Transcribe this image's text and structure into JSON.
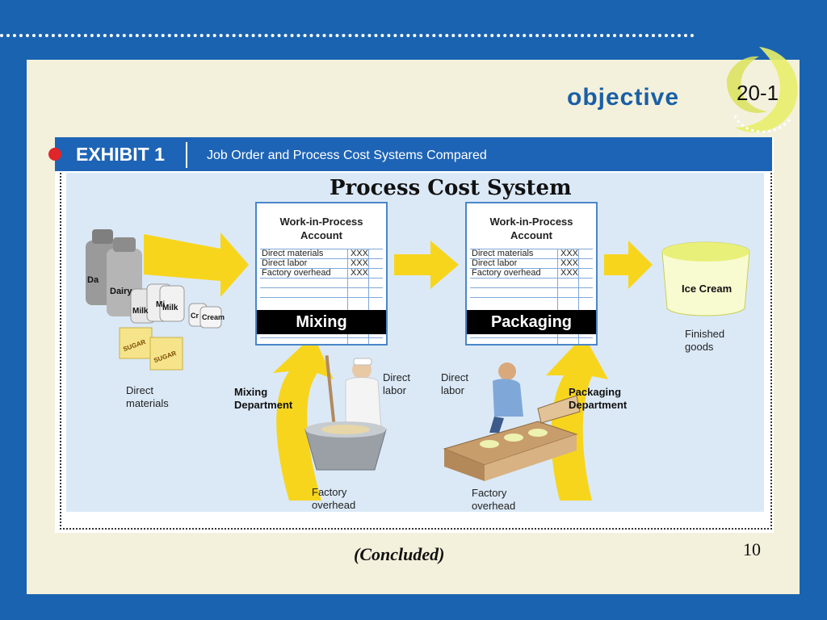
{
  "header": {
    "objective_label": "objective",
    "objective_number": "20-1"
  },
  "exhibit": {
    "label": "EXHIBIT 1",
    "title": "Job Order and Process Cost Systems Compared",
    "diagram_title": "Process Cost System"
  },
  "accounts": [
    {
      "heading": "Work-in-Process Account",
      "rows": [
        {
          "label": "Direct materials",
          "value": "XXX"
        },
        {
          "label": "Direct labor",
          "value": "XXX"
        },
        {
          "label": "Factory overhead",
          "value": "XXX"
        }
      ],
      "department_band": "Mixing"
    },
    {
      "heading": "Work-in-Process Account",
      "rows": [
        {
          "label": "Direct materials",
          "value": "XXX"
        },
        {
          "label": "Direct labor",
          "value": "XXX"
        },
        {
          "label": "Factory overhead",
          "value": "XXX"
        }
      ],
      "department_band": "Packaging"
    }
  ],
  "labels": {
    "direct_materials": "Direct materials",
    "mixing_department": "Mixing Department",
    "mixing_direct_labor": "Direct labor",
    "mixing_factory_overhead": "Factory overhead",
    "packaging_direct_labor": "Direct labor",
    "packaging_department": "Packaging Department",
    "packaging_factory_overhead": "Factory overhead",
    "finished_goods": "Finished goods",
    "ice_cream": "Ice Cream"
  },
  "product_labels": {
    "dairy_1": "Da",
    "dairy_2": "Dairy",
    "milk_1": "Milk",
    "milk_2": "Mi",
    "milk_3": "Milk",
    "cream_1": "Cr",
    "cream_2": "Cream",
    "sugar_1": "SUGAR",
    "sugar_2": "SUGAR"
  },
  "footer": {
    "concluded": "(Concluded)",
    "page_number": "10"
  },
  "colors": {
    "frame_blue": "#1a63b0",
    "slide_bg": "#f3f1dc",
    "exhibit_bar": "#1e64b6",
    "arrow_yellow": "#f7d51d",
    "account_border": "#4a86c8"
  }
}
